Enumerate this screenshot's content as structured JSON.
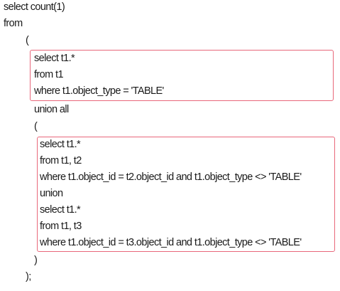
{
  "editor": {
    "lines": [
      "select count(1)",
      "from",
      "(",
      "select t1.*",
      "from t1",
      "where t1.object_type = 'TABLE'",
      "union all",
      "(",
      "select t1.*",
      "from t1, t2",
      "where t1.object_id = t2.object_id and t1.object_type <> 'TABLE'",
      "union",
      "select t1.*",
      "from t1, t3",
      "where t1.object_id = t3.object_id and t1.object_type <> 'TABLE'",
      ")",
      ");"
    ],
    "highlight_color": "#e8677a"
  }
}
